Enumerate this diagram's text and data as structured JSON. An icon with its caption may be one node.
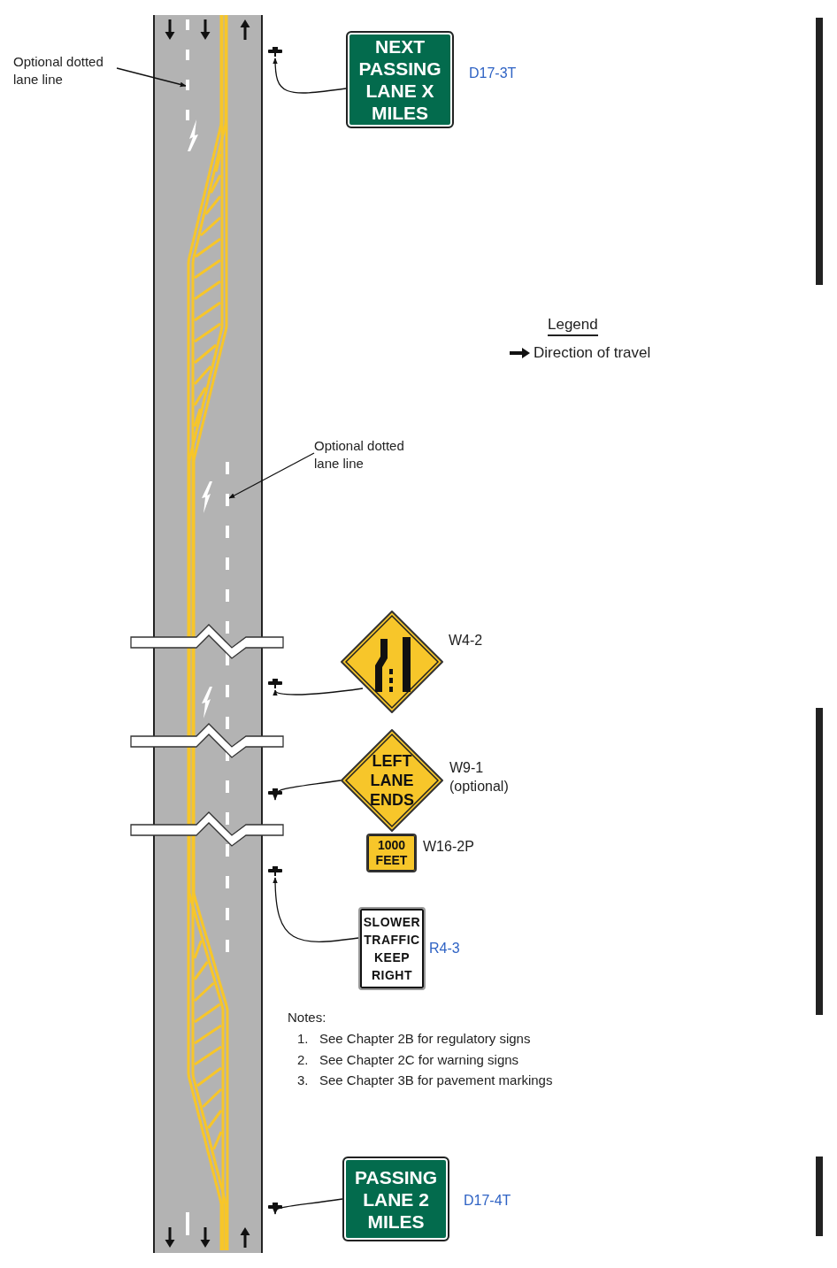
{
  "diagram": {
    "nodes": [
      {
        "text": [
          "Optional dotted lane line"
        ]
      },
      {
        "text": [],
        "shape": "post"
      },
      {
        "text": [
          "NEXT PASSING LANE X MILES"
        ],
        "beside": [
          "D17-3T"
        ]
      },
      {
        "text": [
          "Optional dotted lane line"
        ]
      },
      {
        "text": [],
        "shape": "post"
      },
      {
        "text": [],
        "shape": "diamond",
        "beside": [
          "W4-2"
        ]
      },
      {
        "text": [],
        "shape": "post"
      },
      {
        "text": [
          "LEFT LANE ENDS"
        ],
        "beside": [
          "W9-1 (optional)"
        ]
      },
      {
        "text": [
          "1000 FEET"
        ],
        "beside": [
          "W16-2P"
        ]
      },
      {
        "text": [],
        "shape": "post"
      },
      {
        "text": [
          "SLOWER TRAFFIC KEEP RIGHT"
        ],
        "beside": [
          "R4-3"
        ]
      },
      {
        "text": [],
        "shape": "post"
      },
      {
        "text": [
          "PASSING LANE 2 MILES"
        ],
        "beside": [
          "D17-4T"
        ]
      },
      {
        "text": [],
        "shape": "bar"
      },
      {
        "text": [],
        "shape": "bar"
      }
    ],
    "edges": [
      {
        "from": 0,
        "to": 13,
        "arrow": "to"
      },
      {
        "from": 2,
        "to": 1,
        "arrow": "to"
      },
      {
        "from": 3,
        "to": 14,
        "arrow": "to"
      },
      {
        "from": 5,
        "to": 4,
        "arrow": "to"
      },
      {
        "from": 7,
        "to": 6,
        "arrow": "to"
      },
      {
        "from": 10,
        "to": 9,
        "arrow": "to"
      },
      {
        "from": 12,
        "to": 11,
        "arrow": "to"
      }
    ],
    "labels": [
      "Legend",
      "Notes:",
      "1.",
      "See Chapter 2B for regulatory signs",
      "2.",
      "See Chapter 2C for warning signs",
      "3.",
      "See Chapter 3B for pavement markings"
    ],
    "legend": [
      {
        "text": "Direction of travel"
      }
    ]
  }
}
